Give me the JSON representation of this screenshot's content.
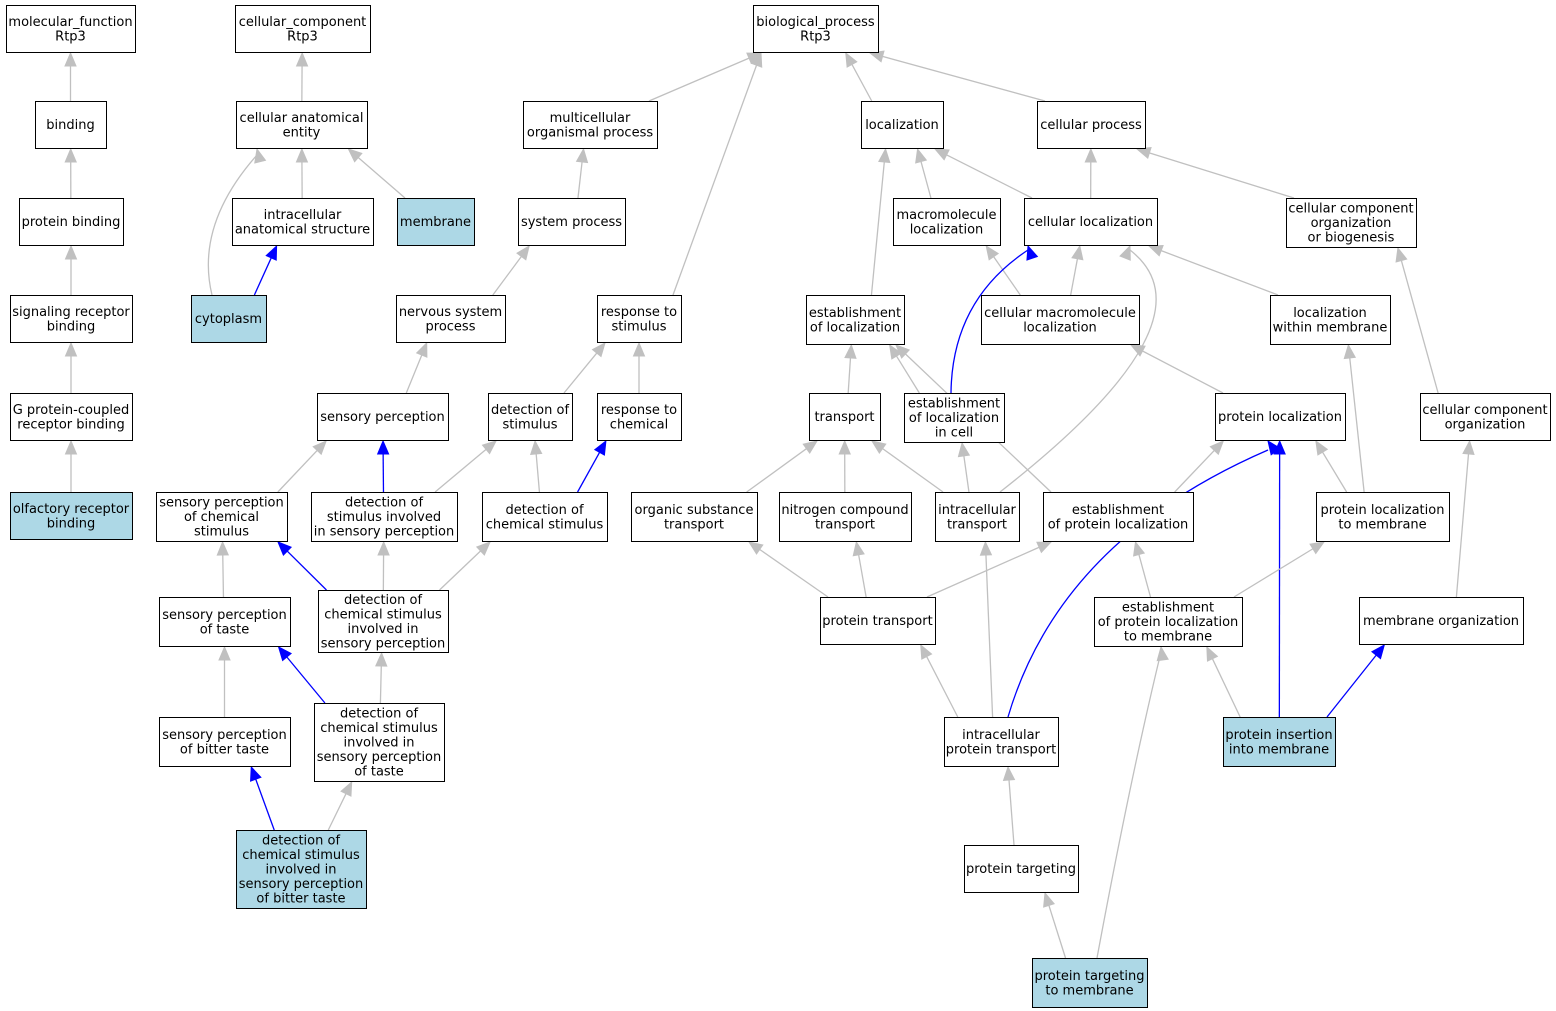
{
  "colors": {
    "highlight_fill": "#add8e6",
    "default_fill": "#ffffff",
    "edge_gray": "#c0c0c0",
    "edge_blue": "#0000ff"
  },
  "nodes": [
    {
      "id": "mf",
      "lines": [
        "molecular_function",
        "Rtp3"
      ],
      "highlight": false
    },
    {
      "id": "binding",
      "lines": [
        "binding"
      ],
      "highlight": false
    },
    {
      "id": "protein_binding",
      "lines": [
        "protein binding"
      ],
      "highlight": false
    },
    {
      "id": "srb",
      "lines": [
        "signaling receptor",
        "binding"
      ],
      "highlight": false
    },
    {
      "id": "gpcrb",
      "lines": [
        "G protein-coupled",
        "receptor binding"
      ],
      "highlight": false
    },
    {
      "id": "orb",
      "lines": [
        "olfactory receptor",
        "binding"
      ],
      "highlight": true
    },
    {
      "id": "cc",
      "lines": [
        "cellular_component",
        "Rtp3"
      ],
      "highlight": false
    },
    {
      "id": "cae",
      "lines": [
        "cellular anatomical",
        "entity"
      ],
      "highlight": false
    },
    {
      "id": "ias",
      "lines": [
        "intracellular",
        "anatomical structure"
      ],
      "highlight": false
    },
    {
      "id": "membrane",
      "lines": [
        "membrane"
      ],
      "highlight": true
    },
    {
      "id": "cytoplasm",
      "lines": [
        "cytoplasm"
      ],
      "highlight": true
    },
    {
      "id": "bp",
      "lines": [
        "biological_process",
        "Rtp3"
      ],
      "highlight": false
    },
    {
      "id": "mop",
      "lines": [
        "multicellular",
        "organismal process"
      ],
      "highlight": false
    },
    {
      "id": "sysproc",
      "lines": [
        "system process"
      ],
      "highlight": false
    },
    {
      "id": "nsp",
      "lines": [
        "nervous system",
        "process"
      ],
      "highlight": false
    },
    {
      "id": "sensperc",
      "lines": [
        "sensory perception"
      ],
      "highlight": false
    },
    {
      "id": "rts",
      "lines": [
        "response to",
        "stimulus"
      ],
      "highlight": false
    },
    {
      "id": "dos",
      "lines": [
        "detection of",
        "stimulus"
      ],
      "highlight": false
    },
    {
      "id": "rtc",
      "lines": [
        "response to",
        "chemical"
      ],
      "highlight": false
    },
    {
      "id": "spcs",
      "lines": [
        "sensory perception",
        "of chemical",
        "stimulus"
      ],
      "highlight": false
    },
    {
      "id": "dsisp",
      "lines": [
        "detection of",
        "stimulus involved",
        "in sensory perception"
      ],
      "highlight": false
    },
    {
      "id": "dcs",
      "lines": [
        "detection of",
        "chemical stimulus"
      ],
      "highlight": false
    },
    {
      "id": "spt",
      "lines": [
        "sensory perception",
        "of taste"
      ],
      "highlight": false
    },
    {
      "id": "dcsisp",
      "lines": [
        "detection of",
        "chemical stimulus",
        "involved in",
        "sensory perception"
      ],
      "highlight": false
    },
    {
      "id": "spbt",
      "lines": [
        "sensory perception",
        "of bitter taste"
      ],
      "highlight": false
    },
    {
      "id": "dcsispt",
      "lines": [
        "detection of",
        "chemical stimulus",
        "involved in",
        "sensory perception",
        "of taste"
      ],
      "highlight": false
    },
    {
      "id": "dcsispbt",
      "lines": [
        "detection of",
        "chemical stimulus",
        "involved in",
        "sensory perception",
        "of bitter taste"
      ],
      "highlight": true
    },
    {
      "id": "loc",
      "lines": [
        "localization"
      ],
      "highlight": false
    },
    {
      "id": "cellproc",
      "lines": [
        "cellular process"
      ],
      "highlight": false
    },
    {
      "id": "mloc",
      "lines": [
        "macromolecule",
        "localization"
      ],
      "highlight": false
    },
    {
      "id": "cellloc",
      "lines": [
        "cellular localization"
      ],
      "highlight": false
    },
    {
      "id": "ccob",
      "lines": [
        "cellular component",
        "organization",
        "or biogenesis"
      ],
      "highlight": false
    },
    {
      "id": "eol",
      "lines": [
        "establishment",
        "of localization"
      ],
      "highlight": false
    },
    {
      "id": "cml",
      "lines": [
        "cellular macromolecule",
        "localization"
      ],
      "highlight": false
    },
    {
      "id": "lwm",
      "lines": [
        "localization",
        "within membrane"
      ],
      "highlight": false
    },
    {
      "id": "transport",
      "lines": [
        "transport"
      ],
      "highlight": false
    },
    {
      "id": "eolic",
      "lines": [
        "establishment",
        "of localization",
        "in cell"
      ],
      "highlight": false
    },
    {
      "id": "protloc",
      "lines": [
        "protein localization"
      ],
      "highlight": false
    },
    {
      "id": "cco",
      "lines": [
        "cellular component",
        "organization"
      ],
      "highlight": false
    },
    {
      "id": "ost",
      "lines": [
        "organic substance",
        "transport"
      ],
      "highlight": false
    },
    {
      "id": "nct",
      "lines": [
        "nitrogen compound",
        "transport"
      ],
      "highlight": false
    },
    {
      "id": "ict",
      "lines": [
        "intracellular",
        "transport"
      ],
      "highlight": false
    },
    {
      "id": "eopl",
      "lines": [
        "establishment",
        "of protein localization"
      ],
      "highlight": false
    },
    {
      "id": "pltm",
      "lines": [
        "protein localization",
        "to membrane"
      ],
      "highlight": false
    },
    {
      "id": "prottrans",
      "lines": [
        "protein transport"
      ],
      "highlight": false
    },
    {
      "id": "eopltm",
      "lines": [
        "establishment",
        "of protein localization",
        "to membrane"
      ],
      "highlight": false
    },
    {
      "id": "memorg",
      "lines": [
        "membrane organization"
      ],
      "highlight": false
    },
    {
      "id": "ipt",
      "lines": [
        "intracellular",
        "protein transport"
      ],
      "highlight": false
    },
    {
      "id": "pim",
      "lines": [
        "protein insertion",
        "into membrane"
      ],
      "highlight": true
    },
    {
      "id": "prottarg",
      "lines": [
        "protein targeting"
      ],
      "highlight": false
    },
    {
      "id": "pttm",
      "lines": [
        "protein targeting",
        "to membrane"
      ],
      "highlight": true
    }
  ],
  "edges": [
    {
      "from": "binding",
      "to": "mf",
      "blue": false
    },
    {
      "from": "protein_binding",
      "to": "binding",
      "blue": false
    },
    {
      "from": "srb",
      "to": "protein_binding",
      "blue": false
    },
    {
      "from": "gpcrb",
      "to": "srb",
      "blue": false
    },
    {
      "from": "orb",
      "to": "gpcrb",
      "blue": false
    },
    {
      "from": "cae",
      "to": "cc",
      "blue": false
    },
    {
      "from": "ias",
      "to": "cae",
      "blue": false
    },
    {
      "from": "membrane",
      "to": "cae",
      "blue": false
    },
    {
      "from": "cytoplasm",
      "to": "cae",
      "blue": false
    },
    {
      "from": "cytoplasm",
      "to": "ias",
      "blue": true
    },
    {
      "from": "mop",
      "to": "bp",
      "blue": false
    },
    {
      "from": "rts",
      "to": "bp",
      "blue": false
    },
    {
      "from": "loc",
      "to": "bp",
      "blue": false
    },
    {
      "from": "cellproc",
      "to": "bp",
      "blue": false
    },
    {
      "from": "sysproc",
      "to": "mop",
      "blue": false
    },
    {
      "from": "nsp",
      "to": "sysproc",
      "blue": false
    },
    {
      "from": "sensperc",
      "to": "nsp",
      "blue": false
    },
    {
      "from": "dos",
      "to": "rts",
      "blue": false
    },
    {
      "from": "rtc",
      "to": "rts",
      "blue": false
    },
    {
      "from": "spcs",
      "to": "sensperc",
      "blue": false
    },
    {
      "from": "dsisp",
      "to": "sensperc",
      "blue": true
    },
    {
      "from": "dsisp",
      "to": "dos",
      "blue": false
    },
    {
      "from": "dcs",
      "to": "dos",
      "blue": false
    },
    {
      "from": "dcs",
      "to": "rtc",
      "blue": true
    },
    {
      "from": "spt",
      "to": "spcs",
      "blue": false
    },
    {
      "from": "dcsisp",
      "to": "spcs",
      "blue": true
    },
    {
      "from": "dcsisp",
      "to": "dsisp",
      "blue": false
    },
    {
      "from": "dcsisp",
      "to": "dcs",
      "blue": false
    },
    {
      "from": "spbt",
      "to": "spt",
      "blue": false
    },
    {
      "from": "dcsispt",
      "to": "spt",
      "blue": true
    },
    {
      "from": "dcsispt",
      "to": "dcsisp",
      "blue": false
    },
    {
      "from": "dcsispbt",
      "to": "spbt",
      "blue": true
    },
    {
      "from": "dcsispbt",
      "to": "dcsispt",
      "blue": false
    },
    {
      "from": "mloc",
      "to": "loc",
      "blue": false
    },
    {
      "from": "cellloc",
      "to": "loc",
      "blue": false
    },
    {
      "from": "eol",
      "to": "loc",
      "blue": false
    },
    {
      "from": "cellloc",
      "to": "cellproc",
      "blue": false
    },
    {
      "from": "ccob",
      "to": "cellproc",
      "blue": false
    },
    {
      "from": "cml",
      "to": "mloc",
      "blue": false
    },
    {
      "from": "cml",
      "to": "cellloc",
      "blue": false
    },
    {
      "from": "lwm",
      "to": "cellloc",
      "blue": false
    },
    {
      "from": "eolic",
      "to": "cellloc",
      "blue": true
    },
    {
      "from": "ict",
      "to": "cellloc",
      "blue": false
    },
    {
      "from": "transport",
      "to": "eol",
      "blue": false
    },
    {
      "from": "eolic",
      "to": "eol",
      "blue": false
    },
    {
      "from": "eopl",
      "to": "eol",
      "blue": false
    },
    {
      "from": "protloc",
      "to": "cml",
      "blue": false
    },
    {
      "from": "pltm",
      "to": "lwm",
      "blue": false
    },
    {
      "from": "ost",
      "to": "transport",
      "blue": false
    },
    {
      "from": "nct",
      "to": "transport",
      "blue": false
    },
    {
      "from": "ict",
      "to": "transport",
      "blue": false
    },
    {
      "from": "ict",
      "to": "eolic",
      "blue": false
    },
    {
      "from": "eopl",
      "to": "protloc",
      "blue": false
    },
    {
      "from": "pltm",
      "to": "protloc",
      "blue": false
    },
    {
      "from": "ipt",
      "to": "protloc",
      "blue": true
    },
    {
      "from": "pim",
      "to": "protloc",
      "blue": true
    },
    {
      "from": "cco",
      "to": "ccob",
      "blue": false
    },
    {
      "from": "memorg",
      "to": "cco",
      "blue": false
    },
    {
      "from": "prottrans",
      "to": "ost",
      "blue": false
    },
    {
      "from": "prottrans",
      "to": "nct",
      "blue": false
    },
    {
      "from": "prottrans",
      "to": "eopl",
      "blue": false
    },
    {
      "from": "eopltm",
      "to": "eopl",
      "blue": false
    },
    {
      "from": "eopltm",
      "to": "pltm",
      "blue": false
    },
    {
      "from": "ipt",
      "to": "prottrans",
      "blue": false
    },
    {
      "from": "ipt",
      "to": "ict",
      "blue": false
    },
    {
      "from": "pim",
      "to": "eopltm",
      "blue": false
    },
    {
      "from": "pim",
      "to": "memorg",
      "blue": true
    },
    {
      "from": "pttm",
      "to": "eopltm",
      "blue": false
    },
    {
      "from": "prottarg",
      "to": "ipt",
      "blue": false
    },
    {
      "from": "pttm",
      "to": "prottarg",
      "blue": false
    }
  ]
}
